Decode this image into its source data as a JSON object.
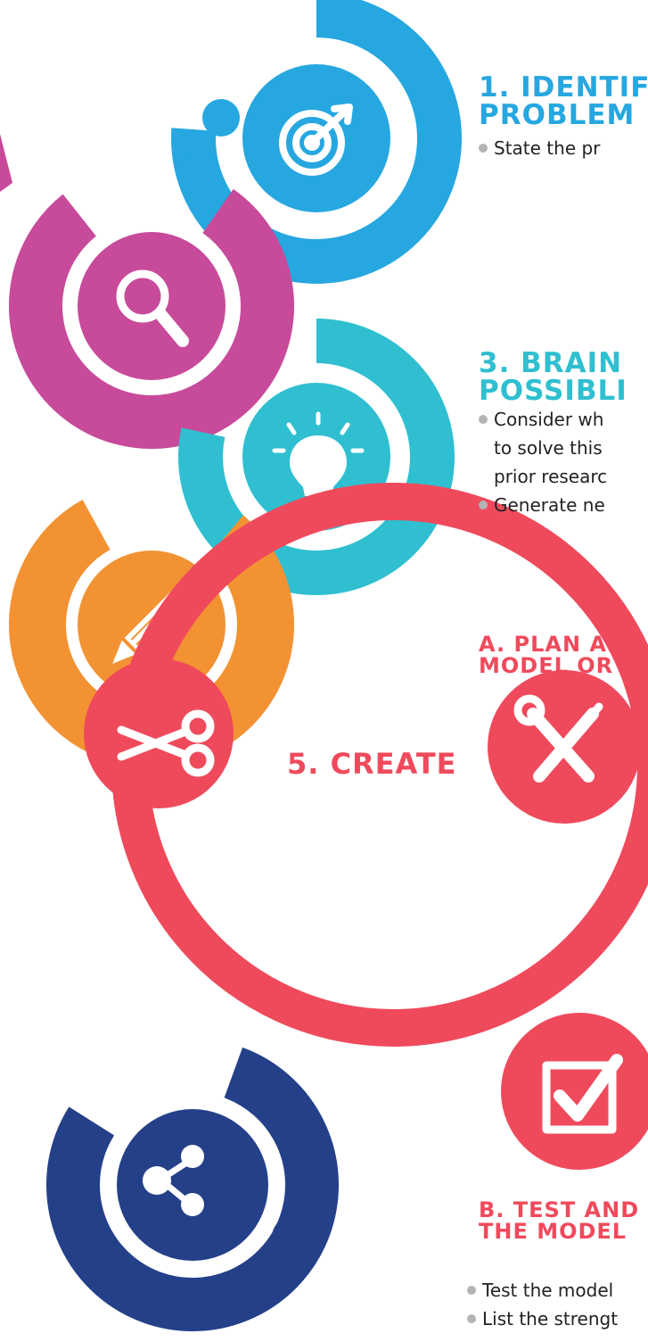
{
  "colors": {
    "blue": "#26a7e0",
    "magenta": "#c84a9b",
    "cyan": "#2fbfd0",
    "orange": "#f39232",
    "red": "#ef4a5c",
    "navy": "#244089",
    "bullet": "#b3b3b3"
  },
  "steps": {
    "step1": {
      "heading": [
        "1. IDENTIF",
        "PROBLEM"
      ],
      "icon": "target-icon",
      "bullets": [
        [
          "State the pr"
        ]
      ]
    },
    "step2": {
      "icon": "magnifier-icon"
    },
    "step3": {
      "heading": [
        "3. BRAIN",
        "POSSIBLI"
      ],
      "icon": "lightbulb-icon",
      "bullets": [
        [
          "Consider wh",
          "to solve this",
          "prior researc"
        ],
        [
          "Generate ne"
        ]
      ]
    },
    "step4": {
      "icon": "pencil-icon"
    },
    "step5": {
      "label": "5. CREATE",
      "substeps": {
        "a": {
          "heading": [
            "A. PLAN AN",
            "MODEL OR"
          ],
          "icon": "tools-icon"
        },
        "b": {
          "heading": [
            "B. TEST AND",
            "THE MODEL"
          ],
          "icon": "checkbox-icon",
          "bullets": [
            [
              "Test the model"
            ],
            [
              "List the strengt"
            ]
          ]
        },
        "cut_icon": "scissors-icon"
      }
    },
    "step6": {
      "icon": "share-icon"
    }
  }
}
